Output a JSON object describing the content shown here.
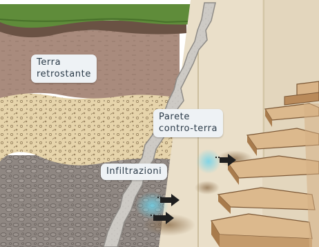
{
  "labels": {
    "soil": [
      "Terra",
      "retrostante"
    ],
    "wall": [
      "Parete",
      "contro-terra"
    ],
    "seepage": "Infiltrazioni"
  },
  "colors": {
    "grass": "#5f8c3a",
    "topsoil": "#6b5344",
    "soil_brown": "#a88a7c",
    "gravel": "#e4d2a8",
    "rock": "#8e8580",
    "wall_concrete": "#c9c6c1",
    "interior_wall": "#eadfc9",
    "stair_wood": "#dcb98d",
    "water": "#6fd3ea",
    "label_bg": "#eef2f5",
    "label_text": "#2a3a48"
  },
  "icons": {
    "seepage_arrows": "arrow-right-icon"
  }
}
